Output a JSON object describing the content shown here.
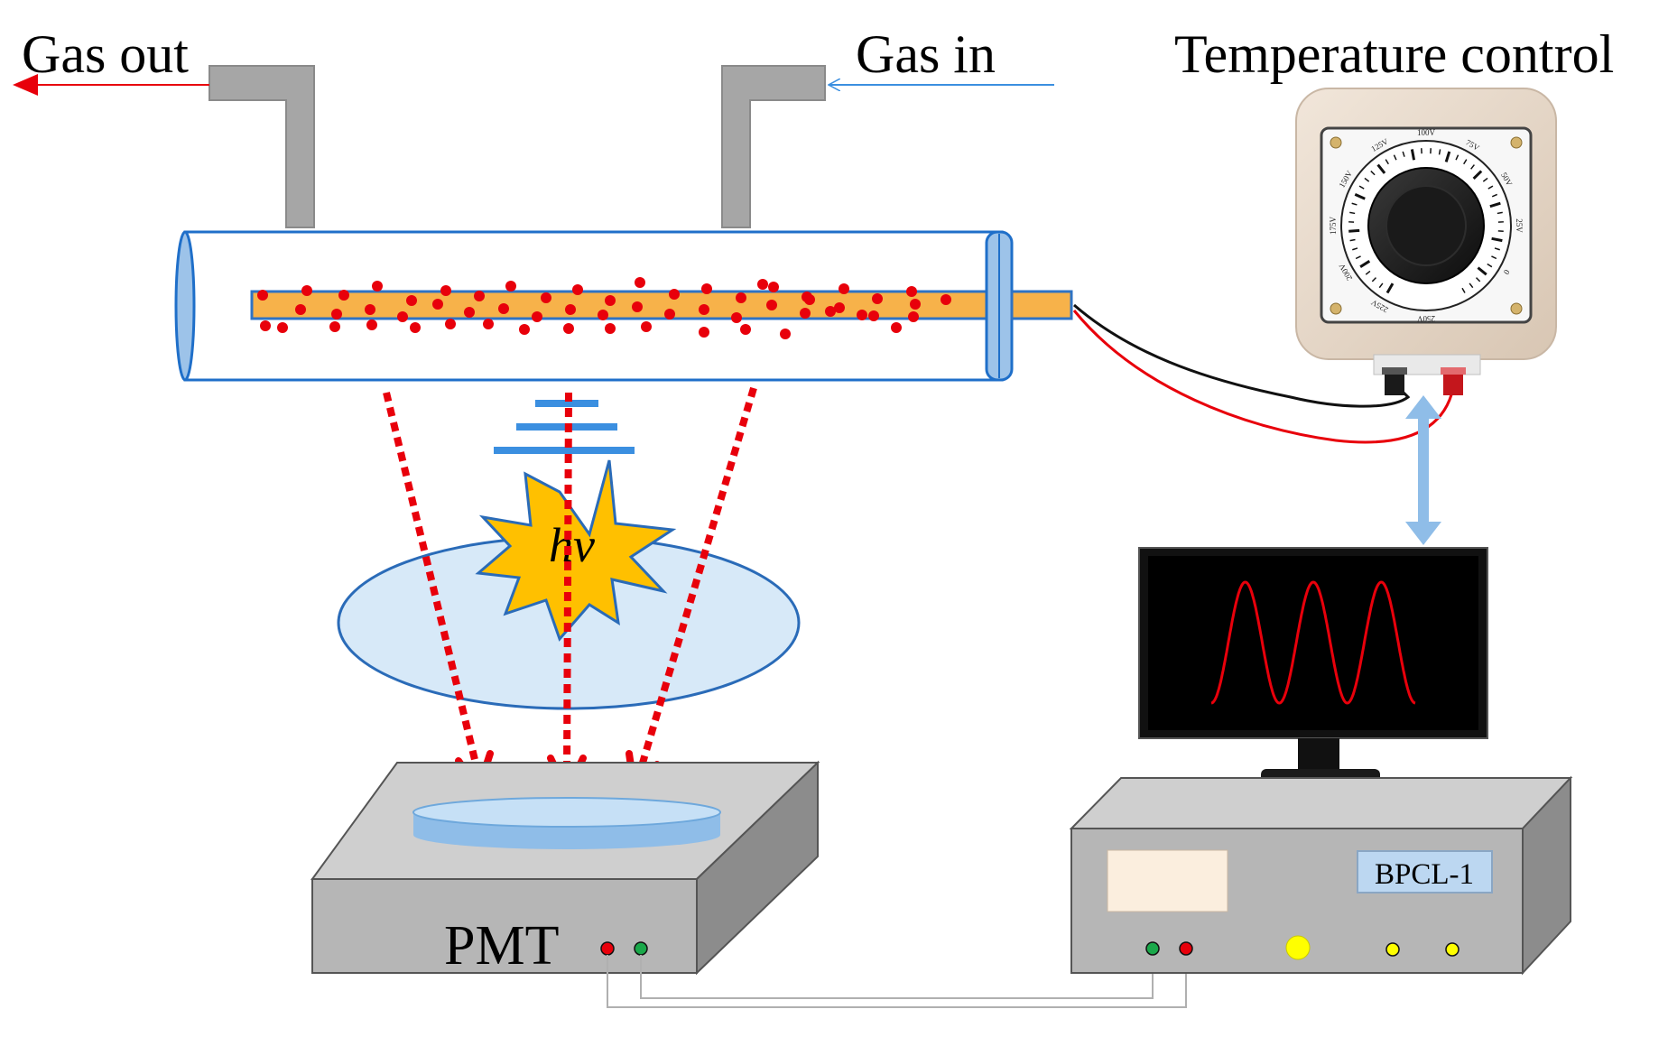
{
  "labels": {
    "gas_out": "Gas out",
    "gas_in": "Gas in",
    "temperature_control": "Temperature control",
    "photon": "hv",
    "pmt": "PMT",
    "instrument_model": "BPCL-1"
  },
  "dial": {
    "voltage_marks": [
      "0",
      "25V",
      "50V",
      "75V",
      "100V",
      "125V",
      "150V",
      "175V",
      "200V",
      "225V",
      "250V"
    ]
  },
  "colors": {
    "tube_outline": "#1f6fc9",
    "heater_rod": "#f7b24a",
    "particle": "#e8000b",
    "emission_arrow": "#e8000b",
    "gas_out_arrow": "#e8000b",
    "gas_in_arrow": "#3b8fe0",
    "pipe": "#a6a6a6",
    "starburst": "#ffc000",
    "dish_fill": "#d7e9f8",
    "box_top": "#cfcfcf",
    "box_front": "#b6b6b6",
    "box_side": "#8c8c8c",
    "screen_bg": "#000000",
    "trace": "#e8000b",
    "link_arrow": "#8fbde8"
  }
}
